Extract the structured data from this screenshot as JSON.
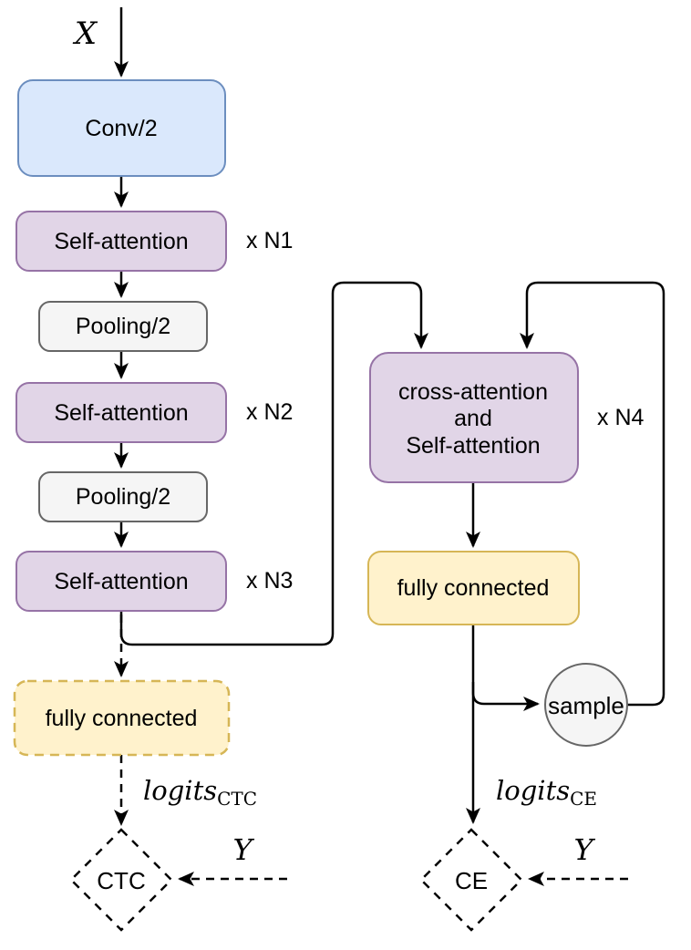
{
  "diagram": {
    "colors": {
      "conv_fill": "#dae8fc",
      "conv_stroke": "#6c8ebf",
      "attention_fill": "#e1d5e7",
      "attention_stroke": "#9673a6",
      "pooling_fill": "#f5f5f5",
      "pooling_stroke": "#666666",
      "fc_fill": "#fff2cc",
      "fc_stroke": "#d6b656",
      "sample_fill": "#f5f5f5",
      "sample_stroke": "#666666",
      "line": "#000000"
    },
    "labels": {
      "input": "X",
      "target": "Y",
      "conv": "Conv/2",
      "self_attention": "Self-attention",
      "pooling": "Pooling/2",
      "mult_n1": "x N1",
      "mult_n2": "x N2",
      "mult_n3": "x N3",
      "mult_n4": "x N4",
      "fully_connected": "fully connected",
      "cross_line1": "cross-attention",
      "cross_line2": "and",
      "cross_line3": "Self-attention",
      "sample": "sample",
      "logits": "logits",
      "ctc_sub": "CTC",
      "ce_sub": "CE",
      "ctc_loss": "CTC",
      "ce_loss": "CE"
    }
  }
}
